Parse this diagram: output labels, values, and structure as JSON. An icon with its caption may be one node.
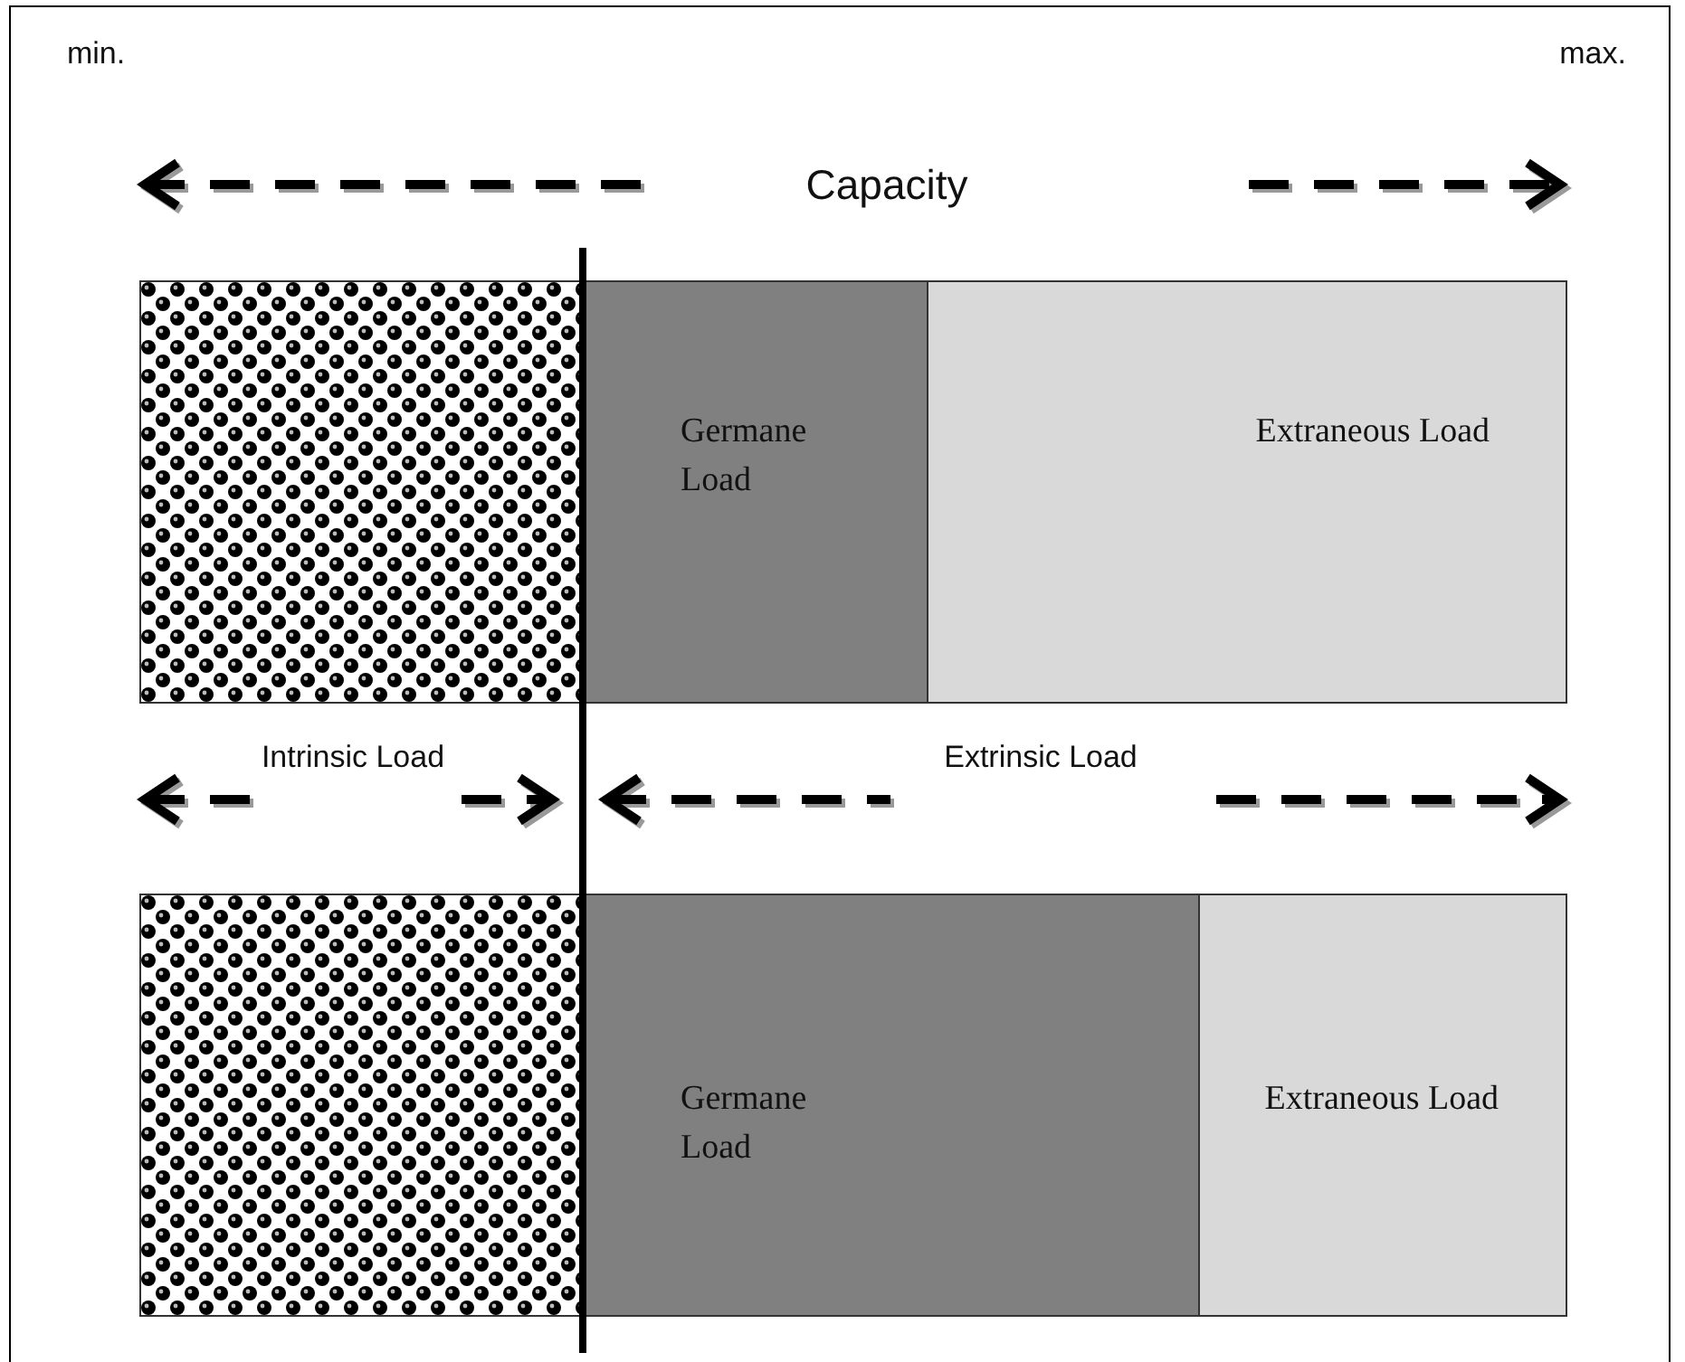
{
  "diagram": {
    "nodes": [
      {
        "text": [],
        "shape": "box"
      },
      {
        "text": [
          "Germane Load"
        ]
      },
      {
        "text": [
          "Extraneous Load"
        ]
      },
      {
        "text": [],
        "shape": "box"
      },
      {
        "text": [
          "Germane Load"
        ]
      },
      {
        "text": [
          "Extraneous Load"
        ]
      }
    ],
    "labels": [
      "min.",
      "max.",
      "Capacity",
      "Intrinsic Load",
      "Extrinsic Load"
    ]
  }
}
